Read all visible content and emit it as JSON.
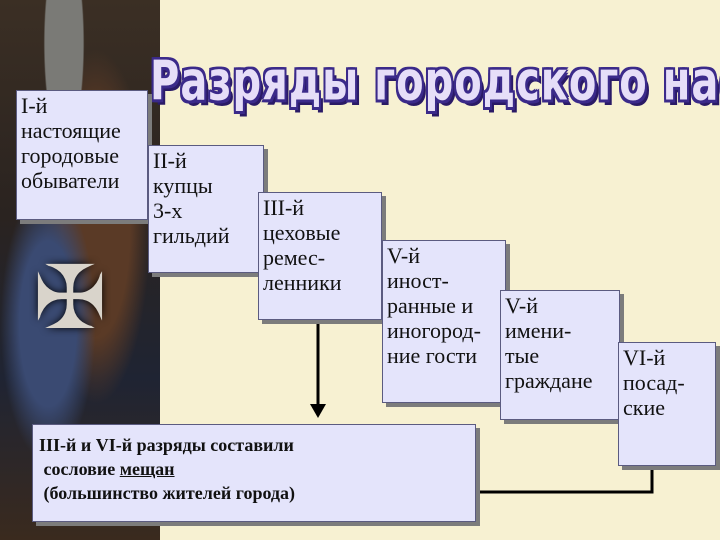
{
  "title": "Разряды городского населения",
  "categories": [
    {
      "label": "I-й",
      "text": "настоящие\nгородовые\nобыватели"
    },
    {
      "label": "II-й",
      "text": "купцы\n3-х\nгильдий"
    },
    {
      "label": "III-й",
      "text": "цеховые\nремес-\nленники"
    },
    {
      "label": "V-й",
      "text": "иност-\nранные и\nиногород-\nние гости"
    },
    {
      "label": "V-й",
      "text": "имени-\nтые\nграждане"
    },
    {
      "label": "VI-й",
      "text": "посад-\nские"
    }
  ],
  "summary": {
    "line1": "III-й и VI-й разряды составили",
    "line2_prefix": "сословие ",
    "line2_term": "мещан",
    "line3": "(большинство жителей города)"
  },
  "colors": {
    "box": "#e4e4fb",
    "title_fill": "#e6def8",
    "title_outline": "#3b2a8a"
  }
}
